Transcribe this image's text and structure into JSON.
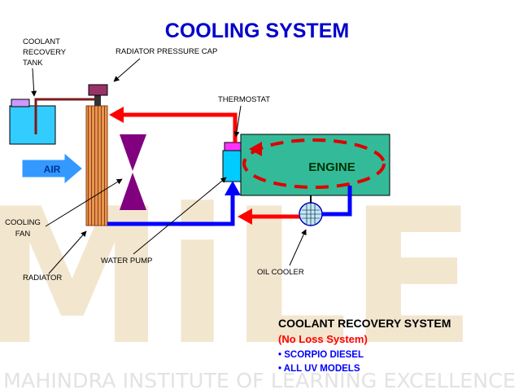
{
  "title": "COOLING SYSTEM",
  "labels": {
    "coolant_recovery_tank": [
      "COOLANT",
      "RECOVERY",
      "TANK"
    ],
    "radiator_pressure_cap": "RADIATOR PRESSURE CAP",
    "thermostat": "THERMOSTAT",
    "engine": "ENGINE",
    "air": "AIR",
    "cooling_fan": [
      "COOLING",
      "FAN"
    ],
    "water_pump": "WATER PUMP",
    "radiator": "RADIATOR",
    "oil_cooler": "OIL COOLER"
  },
  "info": {
    "heading": "COOLANT RECOVERY SYSTEM",
    "subheading": "(No Loss System)",
    "bullets": [
      "• SCORPIO DIESEL",
      "• ALL UV MODELS"
    ]
  },
  "watermark": {
    "logo": "MiLE",
    "footer": "MAHINDRA INSTITUTE OF LEARNING EXCELLENCE"
  },
  "colors": {
    "hot_flow": "#ff0000",
    "cold_flow": "#0000ff",
    "engine_fill": "#33bb99",
    "tank_fill": "#33ccff",
    "cap_fill": "#993366",
    "fan_fill": "#800080",
    "thermostat_fill": "#ff33ff",
    "title": "#0000cc",
    "radiator_fill": "#e89550",
    "air_arrow": "#3399ff"
  }
}
